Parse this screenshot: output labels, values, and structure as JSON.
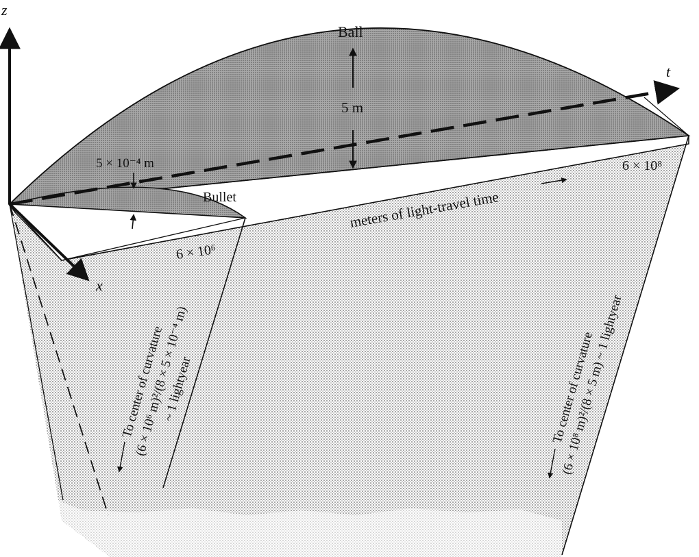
{
  "axes": {
    "z": "z",
    "t": "t",
    "x": "x"
  },
  "labels": {
    "ball": "Ball",
    "ball_height": "5 m",
    "bullet": "Bullet",
    "bullet_height": "5 × 10⁻⁴ m",
    "end_distance": "6 × 10⁸",
    "light_travel": "meters of light-travel time",
    "mid_distance": "6 × 10⁶",
    "left_note_1": "To center of curvature",
    "left_note_2": "(6 × 10⁶ m)²/(8 × 5 × 10⁻⁴ m)",
    "left_note_3": "~ 1 lightyear",
    "right_note_1": "To center of curvature",
    "right_note_2": "(6 × 10⁸ m)²/(8 × 5 m) ~ 1 lightyear"
  },
  "colors": {
    "shade": "#9a9a9a",
    "ink": "#111111",
    "paper": "#ffffff"
  }
}
